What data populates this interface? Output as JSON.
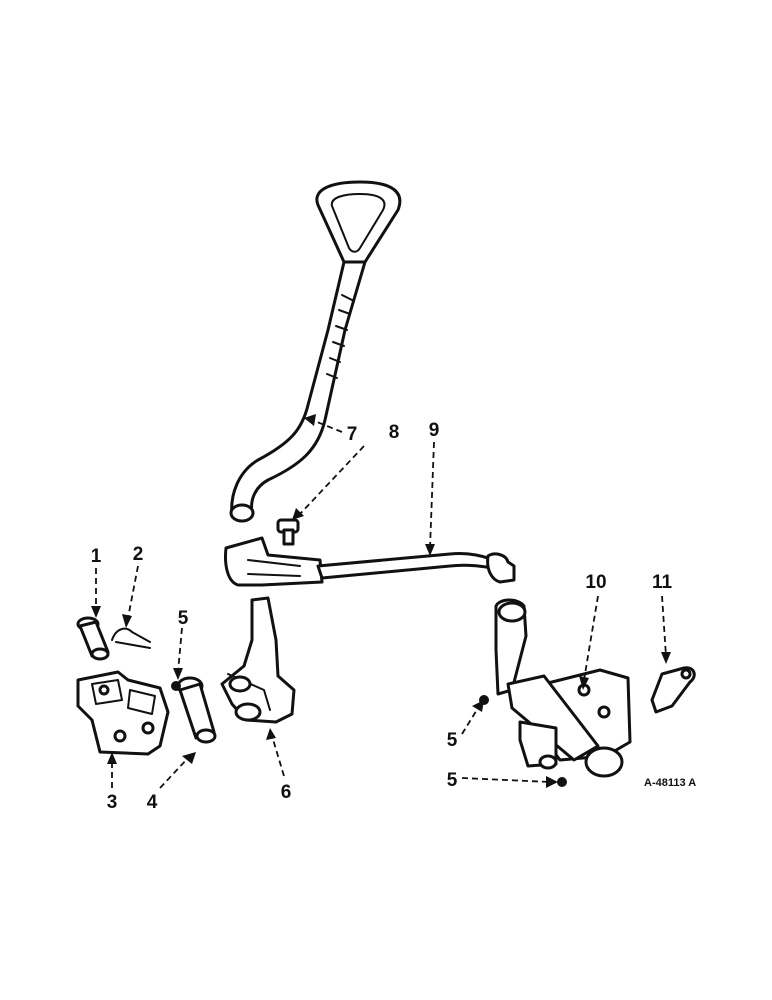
{
  "diagram": {
    "reference": "A-48113 A",
    "callouts": [
      "1",
      "2",
      "3",
      "4",
      "5",
      "5",
      "5",
      "6",
      "7",
      "8",
      "9",
      "10",
      "11"
    ]
  }
}
